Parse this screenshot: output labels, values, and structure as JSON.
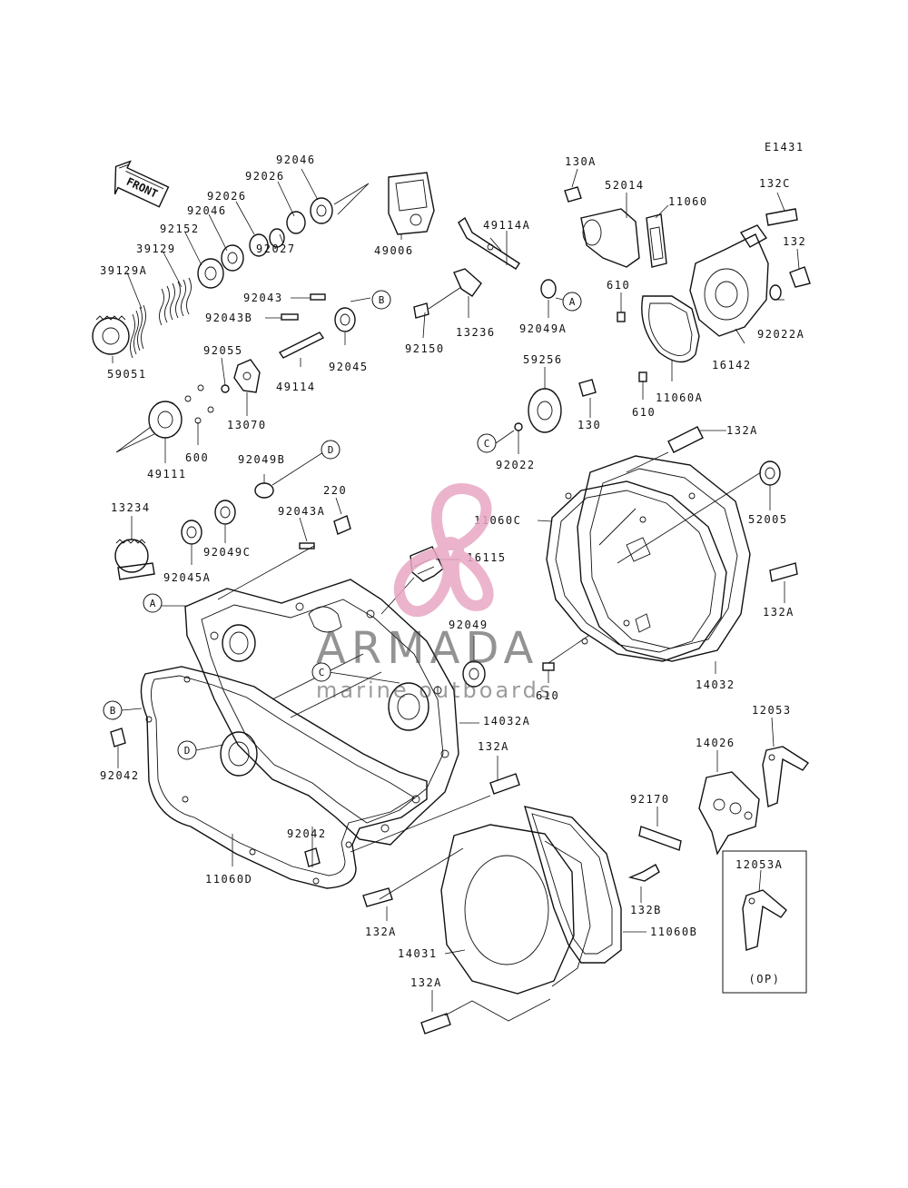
{
  "diagram": {
    "code": "E1431",
    "direction": "FRONT",
    "option_box_label": "(OP)"
  },
  "callouts": [
    "A",
    "B",
    "C",
    "D"
  ],
  "parts": [
    "92046",
    "92026",
    "92026",
    "92046",
    "92152",
    "39129",
    "39129A",
    "59051",
    "92027",
    "49006",
    "49114A",
    "92043",
    "92043B",
    "49114",
    "92045",
    "92150",
    "13236",
    "92055",
    "13070",
    "600",
    "49111",
    "92049B",
    "92043A",
    "220",
    "13234",
    "92045A",
    "92049C",
    "16115",
    "92049",
    "14032A",
    "92042",
    "92042",
    "11060D",
    "130A",
    "52014",
    "11060",
    "132C",
    "132",
    "610",
    "92049A",
    "92022A",
    "16142",
    "11060A",
    "610",
    "59256",
    "130",
    "92022",
    "132A",
    "11060C",
    "52005",
    "132A",
    "14032",
    "610",
    "132A",
    "12053",
    "14026",
    "92170",
    "132B",
    "12053A",
    "132A",
    "14031",
    "11060B",
    "132A"
  ],
  "watermark": {
    "brand": "ARMADA",
    "tagline": "marine outboards",
    "logo_color": "#e8a8c4"
  }
}
